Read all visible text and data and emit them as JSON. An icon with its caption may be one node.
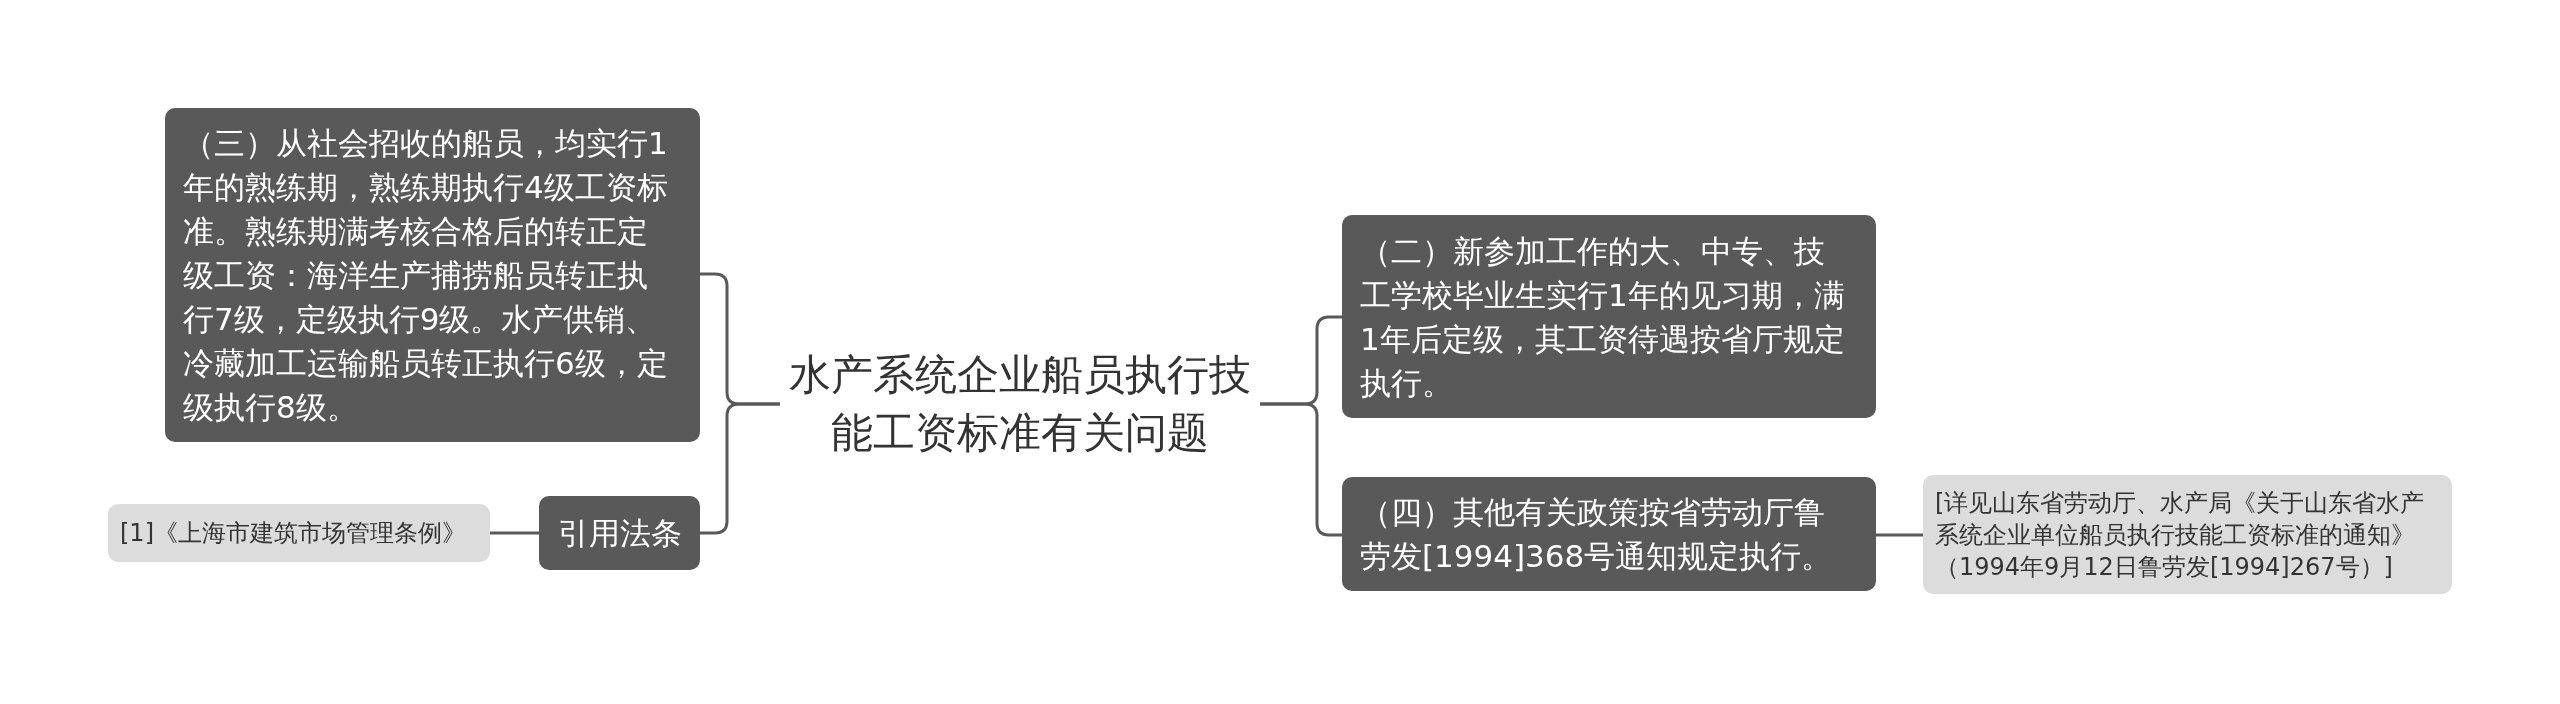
{
  "diagram": {
    "nodes": [
      {
        "text": [
          "水产系统企业船员执行技能工资标准有关问题"
        ]
      },
      {
        "text": [
          "（三）从社会招收的船员，均实行1年的熟练期，熟练期执行4级工资标准。熟练期满考核合格后的转正定级工资：海洋生产捕捞船员转正执行7级，定级执行9级。水产供销、冷藏加工运输船员转正执行6级，定级执行8级。"
        ]
      },
      {
        "text": [
          "引用法条"
        ]
      },
      {
        "text": [
          "[1]《上海市建筑市场管理条例》"
        ]
      },
      {
        "text": [
          "（二）新参加工作的大、中专、技工学校毕业生实行1年的见习期，满1年后定级，其工资待遇按省厅规定执行。"
        ]
      },
      {
        "text": [
          "（四）其他有关政策按省劳动厅鲁劳发[1994]368号通知规定执行。"
        ]
      },
      {
        "text": [
          "[详见山东省劳动厅、水产局《关于山东省水产系统企业单位船员执行技能工资标准的通知》（1994年9月12日鲁劳发[1994]267号）]"
        ]
      }
    ],
    "edges": [
      {
        "from": 0,
        "to": 1,
        "arrow": "none"
      },
      {
        "from": 0,
        "to": 2,
        "arrow": "none"
      },
      {
        "from": 2,
        "to": 3,
        "arrow": "none"
      },
      {
        "from": 0,
        "to": 4,
        "arrow": "none"
      },
      {
        "from": 0,
        "to": 5,
        "arrow": "none"
      },
      {
        "from": 5,
        "to": 6,
        "arrow": "none"
      }
    ]
  }
}
